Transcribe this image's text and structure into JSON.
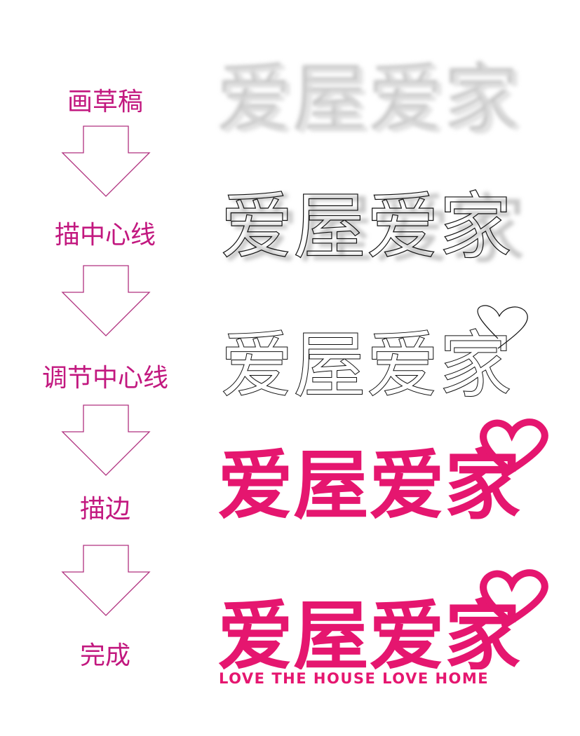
{
  "steps": [
    {
      "label": "画草稿"
    },
    {
      "label": "描中心线"
    },
    {
      "label": "调节中心线"
    },
    {
      "label": "描边"
    },
    {
      "label": "完成"
    }
  ],
  "logo": {
    "text": "爱屋爱家",
    "tagline": "LOVE THE HOUSE LOVE HOME"
  },
  "colors": {
    "label": "#c2187f",
    "arrow_stroke": "#b0317f",
    "brand": "#e5166f",
    "sketch": "#bdbdbd",
    "line": "#111111"
  }
}
